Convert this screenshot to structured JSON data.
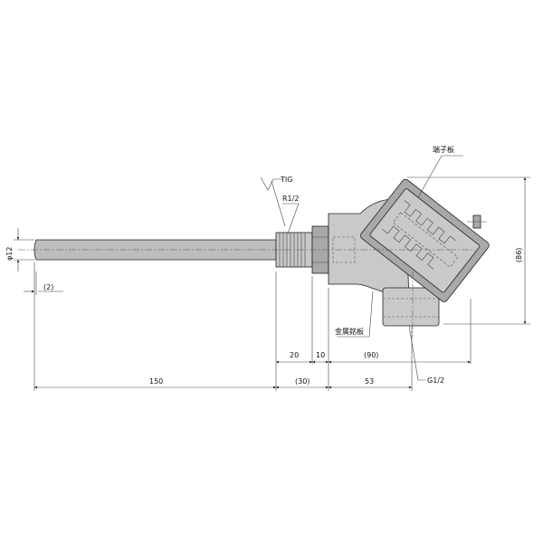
{
  "labels": {
    "terminal_block": "端子板",
    "weld": "TIG",
    "thread_r": "R1/2",
    "diameter": "φ12",
    "tip": "(2)",
    "metal_plate": "金属銘板",
    "thread_g": "G1/2",
    "height": "(86)"
  },
  "dimensions": {
    "d20": "20",
    "d10": "10",
    "d90": "(90)",
    "d150": "150",
    "d30": "(30)",
    "d53": "53"
  }
}
